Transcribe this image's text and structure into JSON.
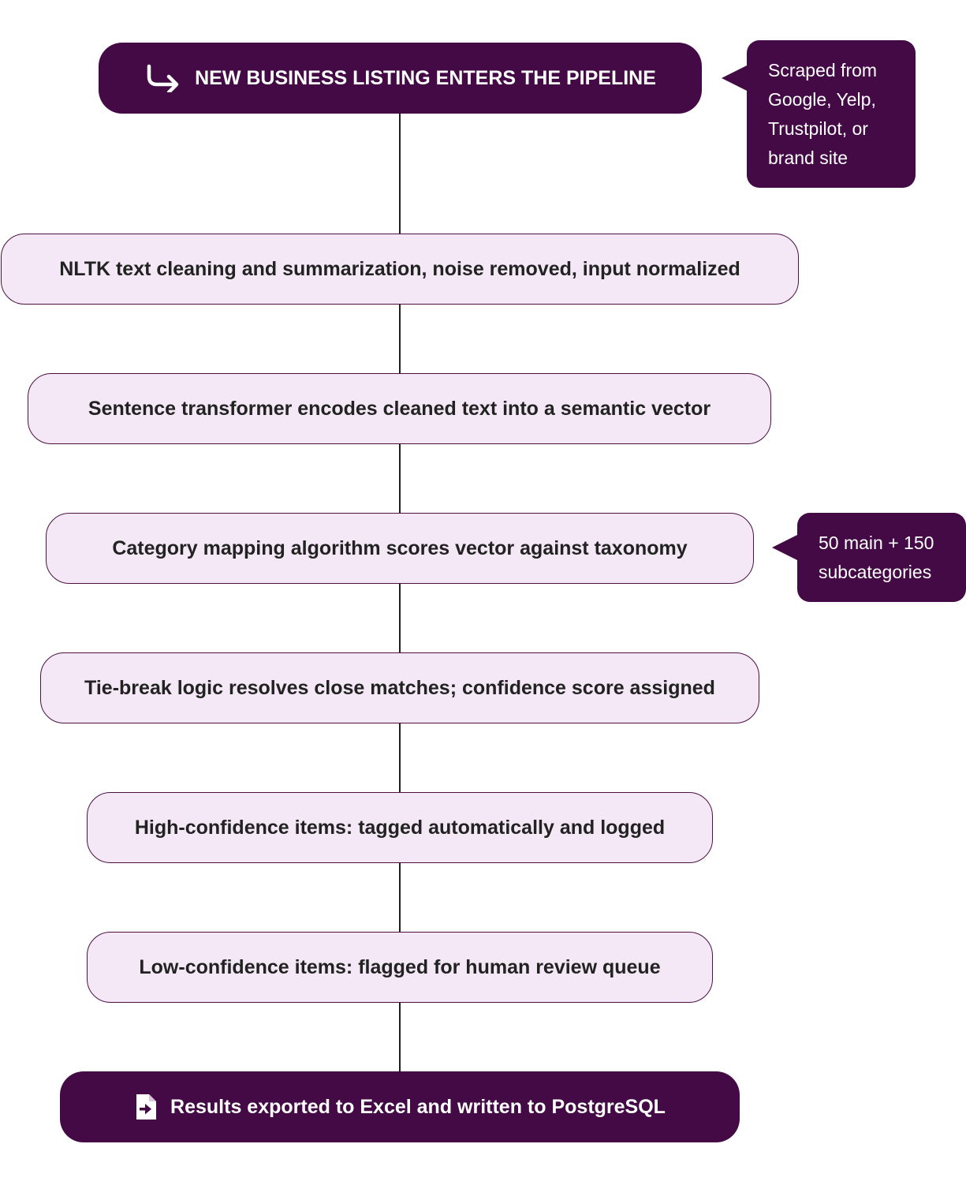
{
  "steps": [
    {
      "label": "NEW BUSINESS LISTING ENTERS THE PIPELINE",
      "icon": "arrow-return-icon"
    },
    {
      "label": "NLTK text cleaning and summarization, noise removed, input normalized"
    },
    {
      "label": "Sentence transformer encodes cleaned text into a semantic vector"
    },
    {
      "label": "Category mapping algorithm scores vector against taxonomy"
    },
    {
      "label": "Tie-break logic resolves close matches; confidence score assigned"
    },
    {
      "label": "High-confidence items: tagged automatically and logged"
    },
    {
      "label": "Low-confidence items: flagged for human review queue"
    },
    {
      "label": "Results exported to Excel and written to PostgreSQL",
      "icon": "file-export-icon"
    }
  ],
  "callouts": [
    {
      "text": "Scraped from Google, Yelp, Trustpilot, or brand site"
    },
    {
      "text": "50 main + 150 subcategories"
    }
  ],
  "colors": {
    "dark_fill": "#430a46",
    "light_fill": "#f4e8f6",
    "border": "#4b1143",
    "connector": "#1f1f1f"
  }
}
